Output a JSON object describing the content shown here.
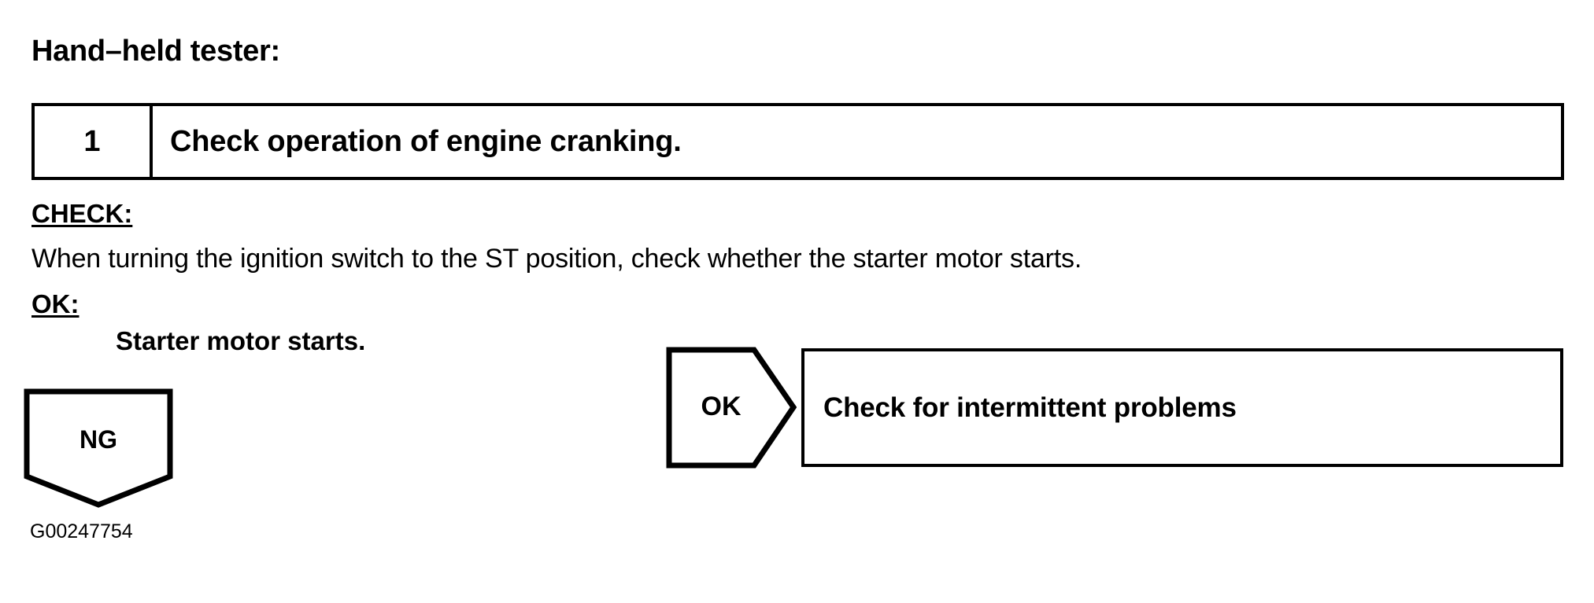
{
  "document": {
    "heading": "Hand–held tester:",
    "figure_id": "G00247754"
  },
  "step": {
    "number": "1",
    "instruction": "Check operation of engine cranking."
  },
  "details": {
    "check_label": "CHECK:",
    "check_text": "When turning the ignition switch to the ST position, check whether the starter motor starts.",
    "ok_label": "OK:",
    "ok_text": "Starter motor starts."
  },
  "branches": {
    "ng": {
      "label": "NG",
      "shape": "pentagon-down"
    },
    "ok": {
      "label": "OK",
      "shape": "pentagon-right",
      "result": "Check for intermittent problems"
    }
  },
  "colors": {
    "ink": "#000000",
    "paper": "#ffffff"
  }
}
